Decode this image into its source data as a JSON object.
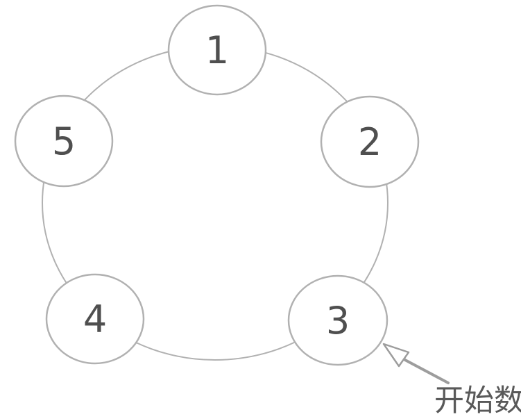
{
  "diagram": {
    "nodes": [
      {
        "label": "1"
      },
      {
        "label": "2"
      },
      {
        "label": "3"
      },
      {
        "label": "4"
      },
      {
        "label": "5"
      }
    ],
    "annotation": {
      "label": "开始数",
      "points_to_node": "3"
    },
    "colors": {
      "background": "#ffffff",
      "ring_stroke": "#b1b1b1",
      "node_fill": "#ffffff",
      "node_stroke": "#b1b1b1",
      "number_text": "#4f4f4f",
      "arrow": "#9d9d9d",
      "annotation_text": "#595959"
    }
  }
}
